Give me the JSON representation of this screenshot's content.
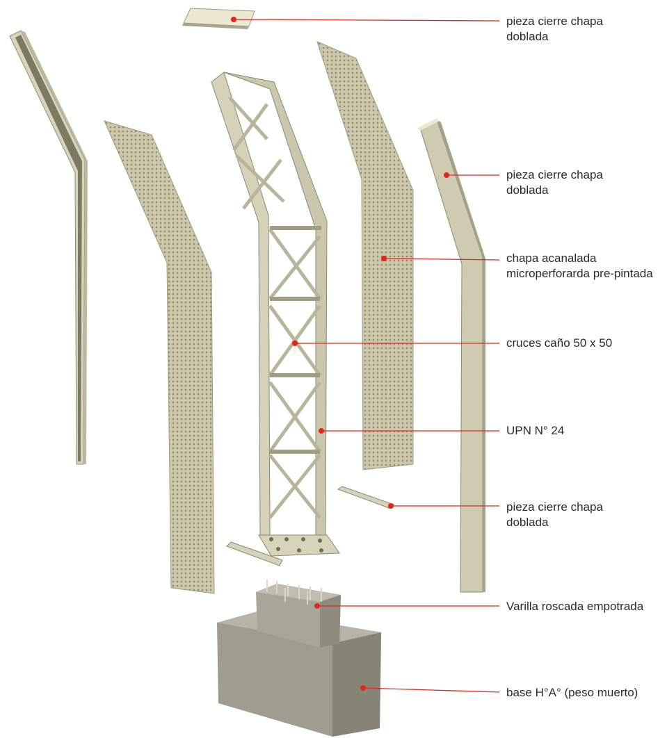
{
  "annotations": {
    "pieza_cierre_top": {
      "lines": [
        "pieza cierre chapa",
        "doblada"
      ]
    },
    "pieza_cierre_right": {
      "lines": [
        "pieza cierre chapa",
        "doblada"
      ]
    },
    "chapa_acanalada": {
      "lines": [
        "chapa acanalada",
        "microperforarda pre-pintada"
      ]
    },
    "cruces": {
      "lines": [
        "cruces caño 50 x 50"
      ]
    },
    "upn": {
      "lines": [
        "UPN N° 24"
      ]
    },
    "pieza_cierre_bottom": {
      "lines": [
        "pieza cierre chapa",
        "doblada"
      ]
    },
    "varilla": {
      "lines": [
        "Varilla roscada empotrada"
      ]
    },
    "base": {
      "lines": [
        "base H°A° (peso muerto)"
      ]
    }
  },
  "colors": {
    "leader": "#e1261c",
    "metal_light": "#e3e0c8",
    "metal_mid": "#cfcbb0",
    "metal_dark": "#8a8770",
    "panel": "#c7c2a4",
    "concrete_light": "#b4b3a6",
    "concrete_mid": "#9d9c8e",
    "concrete_dark": "#858476"
  }
}
